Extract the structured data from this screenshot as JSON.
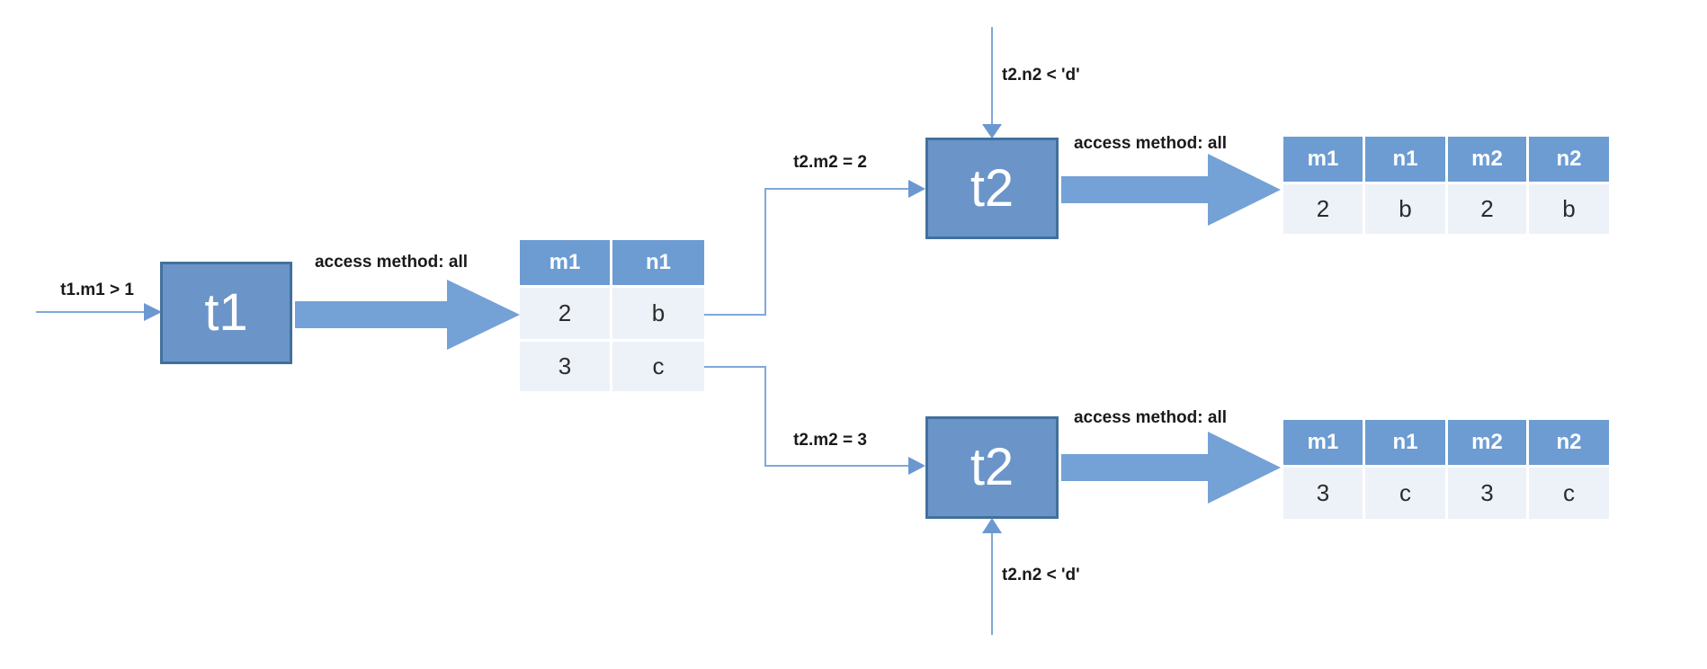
{
  "diagram": {
    "nodes": {
      "t1": {
        "label": "t1"
      },
      "t2_top": {
        "label": "t2"
      },
      "t2_bottom": {
        "label": "t2"
      }
    },
    "labels": {
      "t1_input": "t1.m1 > 1",
      "t1_access": "access method: all",
      "t2_top_join": "t2.m2 = 2",
      "t2_top_filter": "t2.n2 < 'd'",
      "t2_top_access": "access method: all",
      "t2_bottom_join": "t2.m2 = 3",
      "t2_bottom_filter": "t2.n2 < 'd'",
      "t2_bottom_access": "access method: all"
    },
    "tables": {
      "t1_result": {
        "headers": [
          "m1",
          "n1"
        ],
        "rows": [
          [
            "2",
            "b"
          ],
          [
            "3",
            "c"
          ]
        ]
      },
      "t2_top_result": {
        "headers": [
          "m1",
          "n1",
          "m2",
          "n2"
        ],
        "rows": [
          [
            "2",
            "b",
            "2",
            "b"
          ]
        ]
      },
      "t2_bottom_result": {
        "headers": [
          "m1",
          "n1",
          "m2",
          "n2"
        ],
        "rows": [
          [
            "3",
            "c",
            "3",
            "c"
          ]
        ]
      }
    },
    "colors": {
      "node_fill": "#6B95C9",
      "node_border": "#41719C",
      "table_header_fill": "#6C9CD2",
      "table_row_fill": "#EDF1F8",
      "fat_arrow_fill": "#74A1D6",
      "connector_line": "#7FA8D9",
      "label_text": "#1A1A1A"
    }
  }
}
